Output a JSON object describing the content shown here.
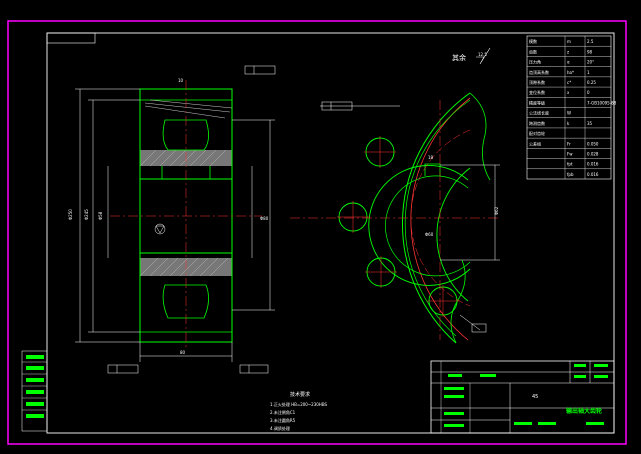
{
  "colors": {
    "background": "#000000",
    "border": "#ff00ff",
    "frame": "#ffffff",
    "outline": "#00ff00",
    "dimension": "#ffffff",
    "centerline": "#ff3333",
    "hatch": "#cccccc",
    "table_fill": "#00ff00"
  },
  "drawing": {
    "roughness_note": "其余",
    "roughness_value": "12.5",
    "material": "45",
    "part_name": "输出轴大齿轮"
  },
  "gear_params": {
    "rows": [
      {
        "name": "模数",
        "symbol": "m",
        "value": "2.5"
      },
      {
        "name": "齿数",
        "symbol": "z",
        "value": "98"
      },
      {
        "name": "压力角",
        "symbol": "α",
        "value": "20°"
      },
      {
        "name": "齿顶高系数",
        "symbol": "ha*",
        "value": "1"
      },
      {
        "name": "顶隙系数",
        "symbol": "c*",
        "value": "0.25"
      },
      {
        "name": "变位系数",
        "symbol": "x",
        "value": "0"
      },
      {
        "name": "精度等级",
        "symbol": "",
        "value": "7-GB10095-88"
      },
      {
        "name": "公法线长度",
        "symbol": "W",
        "value": ""
      },
      {
        "name": "跨测齿数",
        "symbol": "k",
        "value": "35"
      },
      {
        "name": "配对齿轮",
        "symbol": "",
        "value": ""
      },
      {
        "name": "公差组",
        "symbol": "Fr",
        "value": "0.050"
      },
      {
        "name": "",
        "symbol": "Fw",
        "value": "0.028"
      },
      {
        "name": "",
        "symbol": "fpt",
        "value": "0.016"
      },
      {
        "name": "",
        "symbol": "fpb",
        "value": "0.016"
      }
    ]
  },
  "tech_requirements": {
    "title": "技术要求",
    "items": [
      "1.正火处理 HB=200~230HBS",
      "2.未注倒角C1",
      "3.未注圆角R5",
      "4.调质处理"
    ]
  }
}
